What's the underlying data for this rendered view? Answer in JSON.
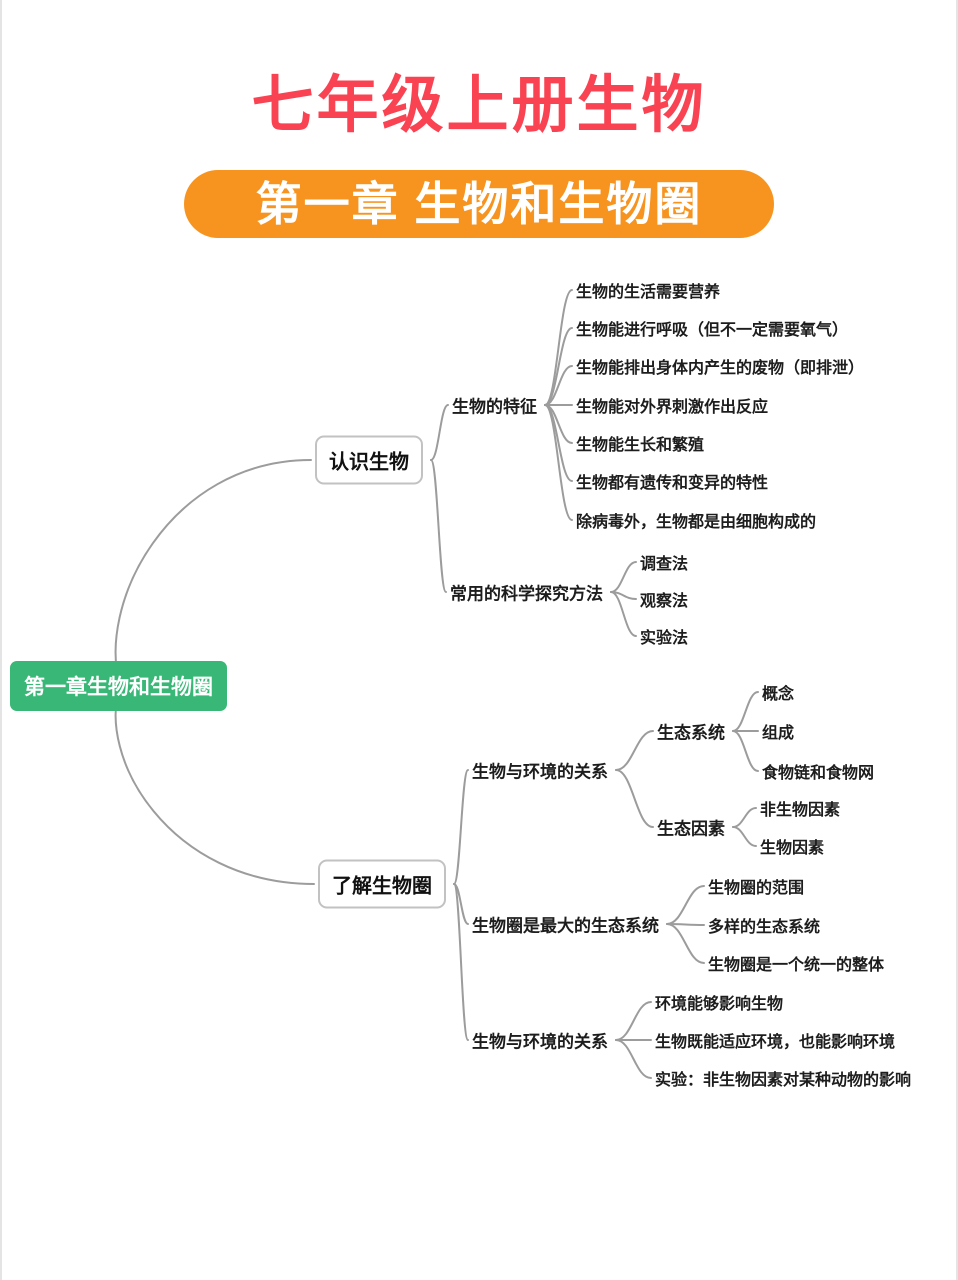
{
  "header": {
    "title": "七年级上册生物",
    "subtitle": "第一章 生物和生物圈"
  },
  "colors": {
    "title_red": "#f94352",
    "pill_orange": "#f7941f",
    "root_green": "#38b776",
    "line_gray": "#9c9c9c"
  },
  "tree": {
    "root": "第一章生物和生物圈",
    "b1": {
      "label": "认识生物",
      "c1": {
        "label": "生物的特征",
        "items": [
          "生物的生活需要营养",
          "生物能进行呼吸（但不一定需要氧气）",
          "生物能排出身体内产生的废物（即排泄）",
          "生物能对外界刺激作出反应",
          "生物能生长和繁殖",
          "生物都有遗传和变异的特性",
          "除病毒外，生物都是由细胞构成的"
        ]
      },
      "c2": {
        "label": "常用的科学探究方法",
        "items": [
          "调查法",
          "观察法",
          "实验法"
        ]
      }
    },
    "b2": {
      "label": "了解生物圈",
      "c1": {
        "label": "生物与环境的关系",
        "g1": {
          "label": "生态系统",
          "items": [
            "概念",
            "组成",
            "食物链和食物网"
          ]
        },
        "g2": {
          "label": "生态因素",
          "items": [
            "非生物因素",
            "生物因素"
          ]
        }
      },
      "c2": {
        "label": "生物圈是最大的生态系统",
        "items": [
          "生物圈的范围",
          "多样的生态系统",
          "生物圈是一个统一的整体"
        ]
      },
      "c3": {
        "label": "生物与环境的关系",
        "items": [
          "环境能够影响生物",
          "生物既能适应环境，也能影响环境",
          "实验：非生物因素对某种动物的影响"
        ]
      }
    }
  }
}
